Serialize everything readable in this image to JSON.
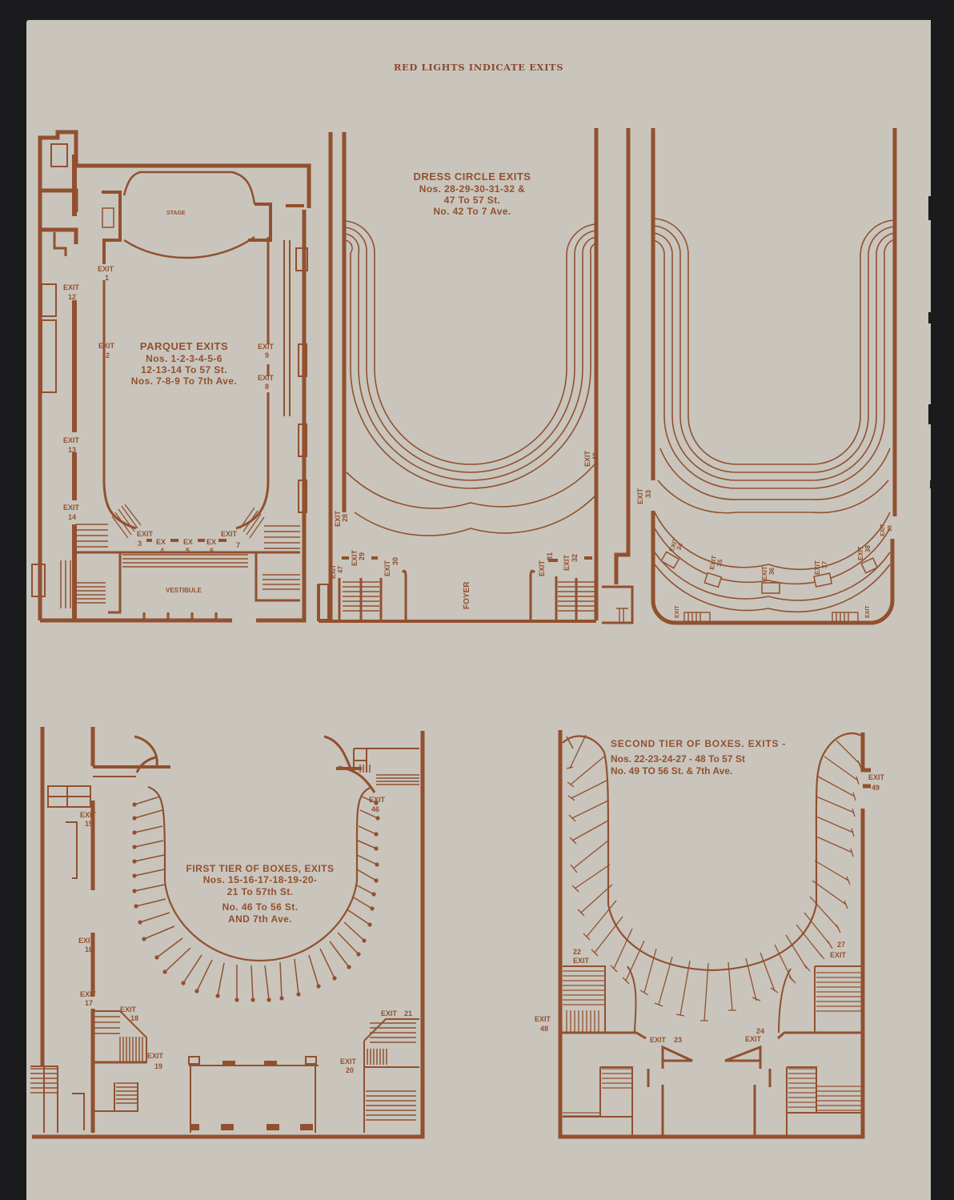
{
  "document": {
    "heading": "RED LIGHTS INDICATE EXITS",
    "colors": {
      "ink": "#92502f",
      "paper": "#c9c5bc",
      "background": "#1b1b1d"
    }
  },
  "parquet": {
    "stage_label": "STAGE",
    "vestibule_label": "VESTIBULE",
    "caption": {
      "title": "PARQUET EXITS",
      "line1": "Nos. 1-2-3-4-5-6",
      "line2": "12-13-14 To 57 St.",
      "line3": "Nos. 7-8-9 To 7th Ave."
    },
    "exits": [
      {
        "label": "EXIT",
        "num": "1"
      },
      {
        "label": "EXIT",
        "num": "2"
      },
      {
        "label": "EXIT",
        "num": "3"
      },
      {
        "label": "EX",
        "num": "4"
      },
      {
        "label": "EX",
        "num": "5"
      },
      {
        "label": "EX",
        "num": "6"
      },
      {
        "label": "EXIT",
        "num": "7"
      },
      {
        "label": "EXIT",
        "num": "8"
      },
      {
        "label": "EXIT",
        "num": "9"
      },
      {
        "label": "EXIT",
        "num": "12"
      },
      {
        "label": "EXIT",
        "num": "13"
      },
      {
        "label": "EXIT",
        "num": "14"
      }
    ]
  },
  "dress_circle": {
    "foyer_label": "FOYER",
    "caption": {
      "title": "DRESS CIRCLE EXITS",
      "line1": "Nos. 28-29-30-31-32 & 47 To 57 St.",
      "line1a": "Nos. 28-29-30-31-32 &",
      "line2": "47 To 57 St.",
      "line3": "No. 42 To 7 Ave."
    },
    "exits": [
      {
        "label": "EXIT",
        "num": "28"
      },
      {
        "label": "EXIT",
        "num": "29"
      },
      {
        "label": "EXIT",
        "num": "30"
      },
      {
        "label": "EXIT",
        "num": "31"
      },
      {
        "label": "EXIT",
        "num": "32"
      },
      {
        "label": "EXIT",
        "num": "42"
      },
      {
        "label": "EXIT",
        "num": "47"
      }
    ]
  },
  "balcony": {
    "exits": [
      {
        "label": "EXIT",
        "num": "33"
      },
      {
        "label": "EXIT",
        "num": "34"
      },
      {
        "label": "EXIT",
        "num": "35"
      },
      {
        "label": "EXIT",
        "num": "36"
      },
      {
        "label": "EXIT",
        "num": "37"
      },
      {
        "label": "EXIT",
        "num": "38"
      },
      {
        "label": "EXIT",
        "num": "39"
      },
      {
        "label": "EXIT",
        "num": ""
      },
      {
        "label": "EXIT",
        "num": ""
      }
    ]
  },
  "first_tier": {
    "caption": {
      "title": "FIRST TIER OF BOXES, EXITS",
      "line1": "Nos. 15-16-17-18-19-20-",
      "line2": "21 To 57th St.",
      "line3": "No. 46 To 56 St.",
      "line4": "AND 7th Ave."
    },
    "exits": [
      {
        "label": "EXIT",
        "num": "15"
      },
      {
        "label": "EXIT",
        "num": "16"
      },
      {
        "label": "EXIT",
        "num": "17"
      },
      {
        "label": "EXIT",
        "num": "18"
      },
      {
        "label": "EXIT",
        "num": "19"
      },
      {
        "label": "EXIT",
        "num": "20"
      },
      {
        "label": "EXIT",
        "num": "21"
      },
      {
        "label": "EXIT",
        "num": "46"
      }
    ]
  },
  "second_tier": {
    "caption": {
      "title": "SECOND TIER OF BOXES. EXITS -",
      "line1": "Nos. 22-23-24-27 - 48 To 57 St",
      "line2": "No. 49 TO 56 St. & 7th Ave."
    },
    "exits": [
      {
        "label": "EXIT",
        "num": "22"
      },
      {
        "label": "EXIT",
        "num": "23"
      },
      {
        "label": "EXIT",
        "num": "24"
      },
      {
        "label": "EXIT",
        "num": "27"
      },
      {
        "label": "EXIT",
        "num": "48"
      },
      {
        "label": "EXIT",
        "num": "49"
      }
    ]
  }
}
